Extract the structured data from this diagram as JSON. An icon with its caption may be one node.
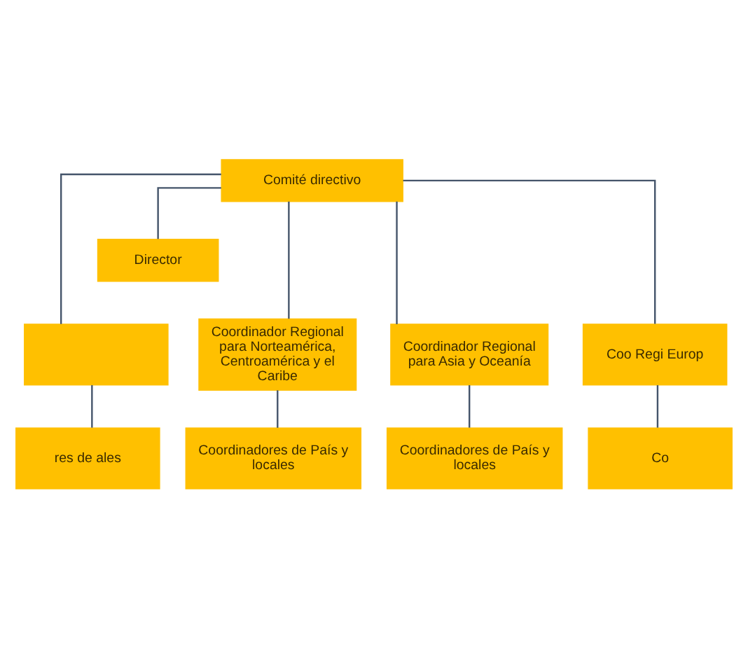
{
  "diagram": {
    "nodes": [
      {
        "text": [
          "Comité directivo"
        ]
      },
      {
        "text": [
          "Director"
        ]
      },
      {
        "text": [],
        "shape": "box"
      },
      {
        "text": [
          "Coordinador Regional para Norteamérica, Centroamérica y el Caribe"
        ]
      },
      {
        "text": [
          "Coordinador Regional para Asia y Oceanía"
        ]
      },
      {
        "text": [
          "Coo Regi Europ"
        ]
      },
      {
        "text": [
          "res de ales"
        ]
      },
      {
        "text": [
          "Coordinadores de País y locales"
        ]
      },
      {
        "text": [
          "Coordinadores de País y locales"
        ]
      },
      {
        "text": [
          "Co"
        ]
      }
    ],
    "edges": [
      {
        "from": 0,
        "to": 1,
        "arrow": "none"
      },
      {
        "from": 0,
        "to": 2,
        "arrow": "none"
      },
      {
        "from": 0,
        "to": 3,
        "arrow": "none"
      },
      {
        "from": 0,
        "to": 4,
        "arrow": "none"
      },
      {
        "from": 0,
        "to": 5,
        "arrow": "none"
      },
      {
        "from": 2,
        "to": 6,
        "arrow": "none"
      },
      {
        "from": 3,
        "to": 7,
        "arrow": "none"
      },
      {
        "from": 4,
        "to": 8,
        "arrow": "none"
      },
      {
        "from": 5,
        "to": 9,
        "arrow": "none"
      }
    ]
  }
}
